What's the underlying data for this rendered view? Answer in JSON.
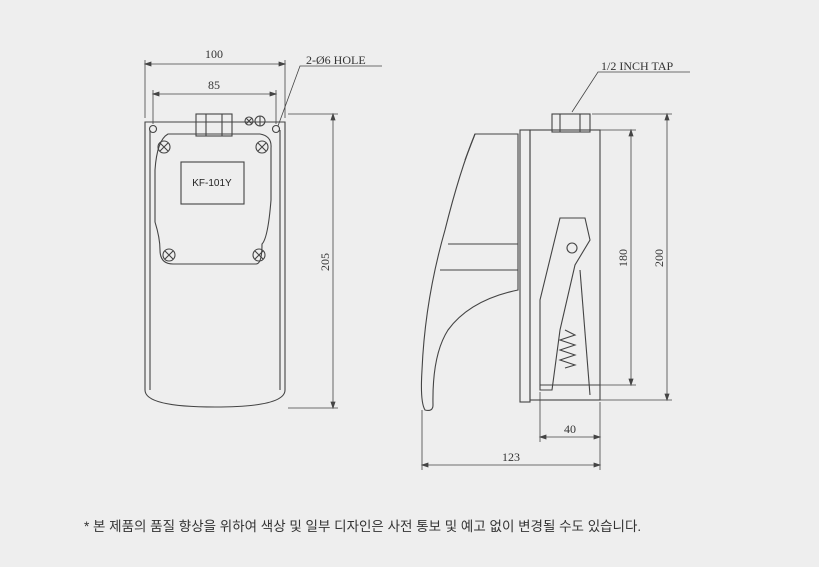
{
  "front_view": {
    "dim_width": "100",
    "dim_hole_spacing": "85",
    "dim_height": "205",
    "hole_note": "2-Ø6 HOLE",
    "label_plate": "KF-101Y"
  },
  "side_view": {
    "tap_note": "1/2 INCH TAP",
    "dim_180": "180",
    "dim_200": "200",
    "dim_40": "40",
    "dim_123": "123"
  },
  "footnote": "* 본 제품의 품질 향상을 위하여 색상 및 일부 디자인은 사전 통보 및 예고 없이 변경될 수도 있습니다."
}
